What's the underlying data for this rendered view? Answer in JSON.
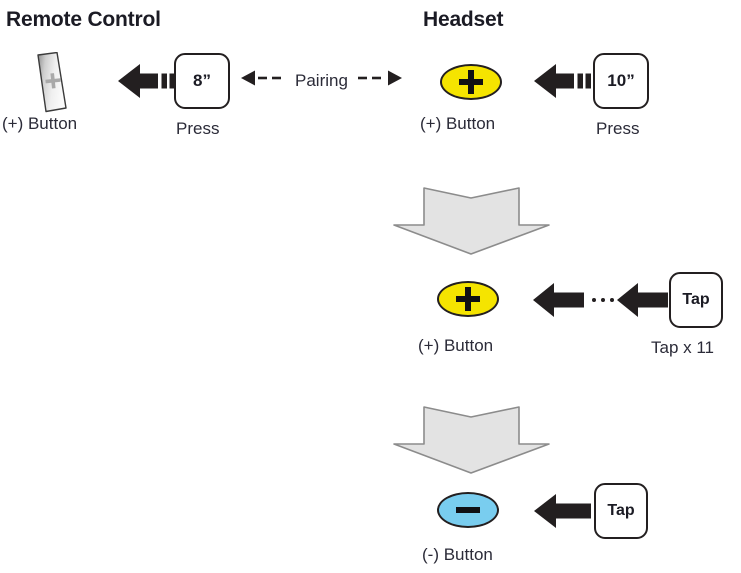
{
  "headings": {
    "remote": "Remote Control",
    "headset": "Headset"
  },
  "colors": {
    "plus_button_fill": "#f5e400",
    "minus_button_fill": "#79cdef",
    "outline": "#231f20",
    "down_arrow_fill": "#e3e3e3",
    "down_arrow_stroke": "#8c8c8c",
    "remote_key_fill_light": "#f2f2f2",
    "remote_key_fill_dark": "#9a9a9a",
    "text": "#2b2b38"
  },
  "rows": {
    "top": {
      "remote_button_label": "(+) Button",
      "remote_button_glyph": "+",
      "remote_press_value": "8”",
      "remote_press_caption": "Press",
      "pairing_label": "Pairing",
      "headset_button_label": "(+) Button",
      "headset_button_glyph": "+",
      "headset_press_value": "10”",
      "headset_press_caption": "Press"
    },
    "middle": {
      "button_label": "(+) Button",
      "button_glyph": "+",
      "tap_value": "Tap",
      "tap_caption": "Tap x 11",
      "repeat_dots": "•••"
    },
    "bottom": {
      "button_label": "(-) Button",
      "button_glyph": "–",
      "tap_value": "Tap"
    }
  }
}
